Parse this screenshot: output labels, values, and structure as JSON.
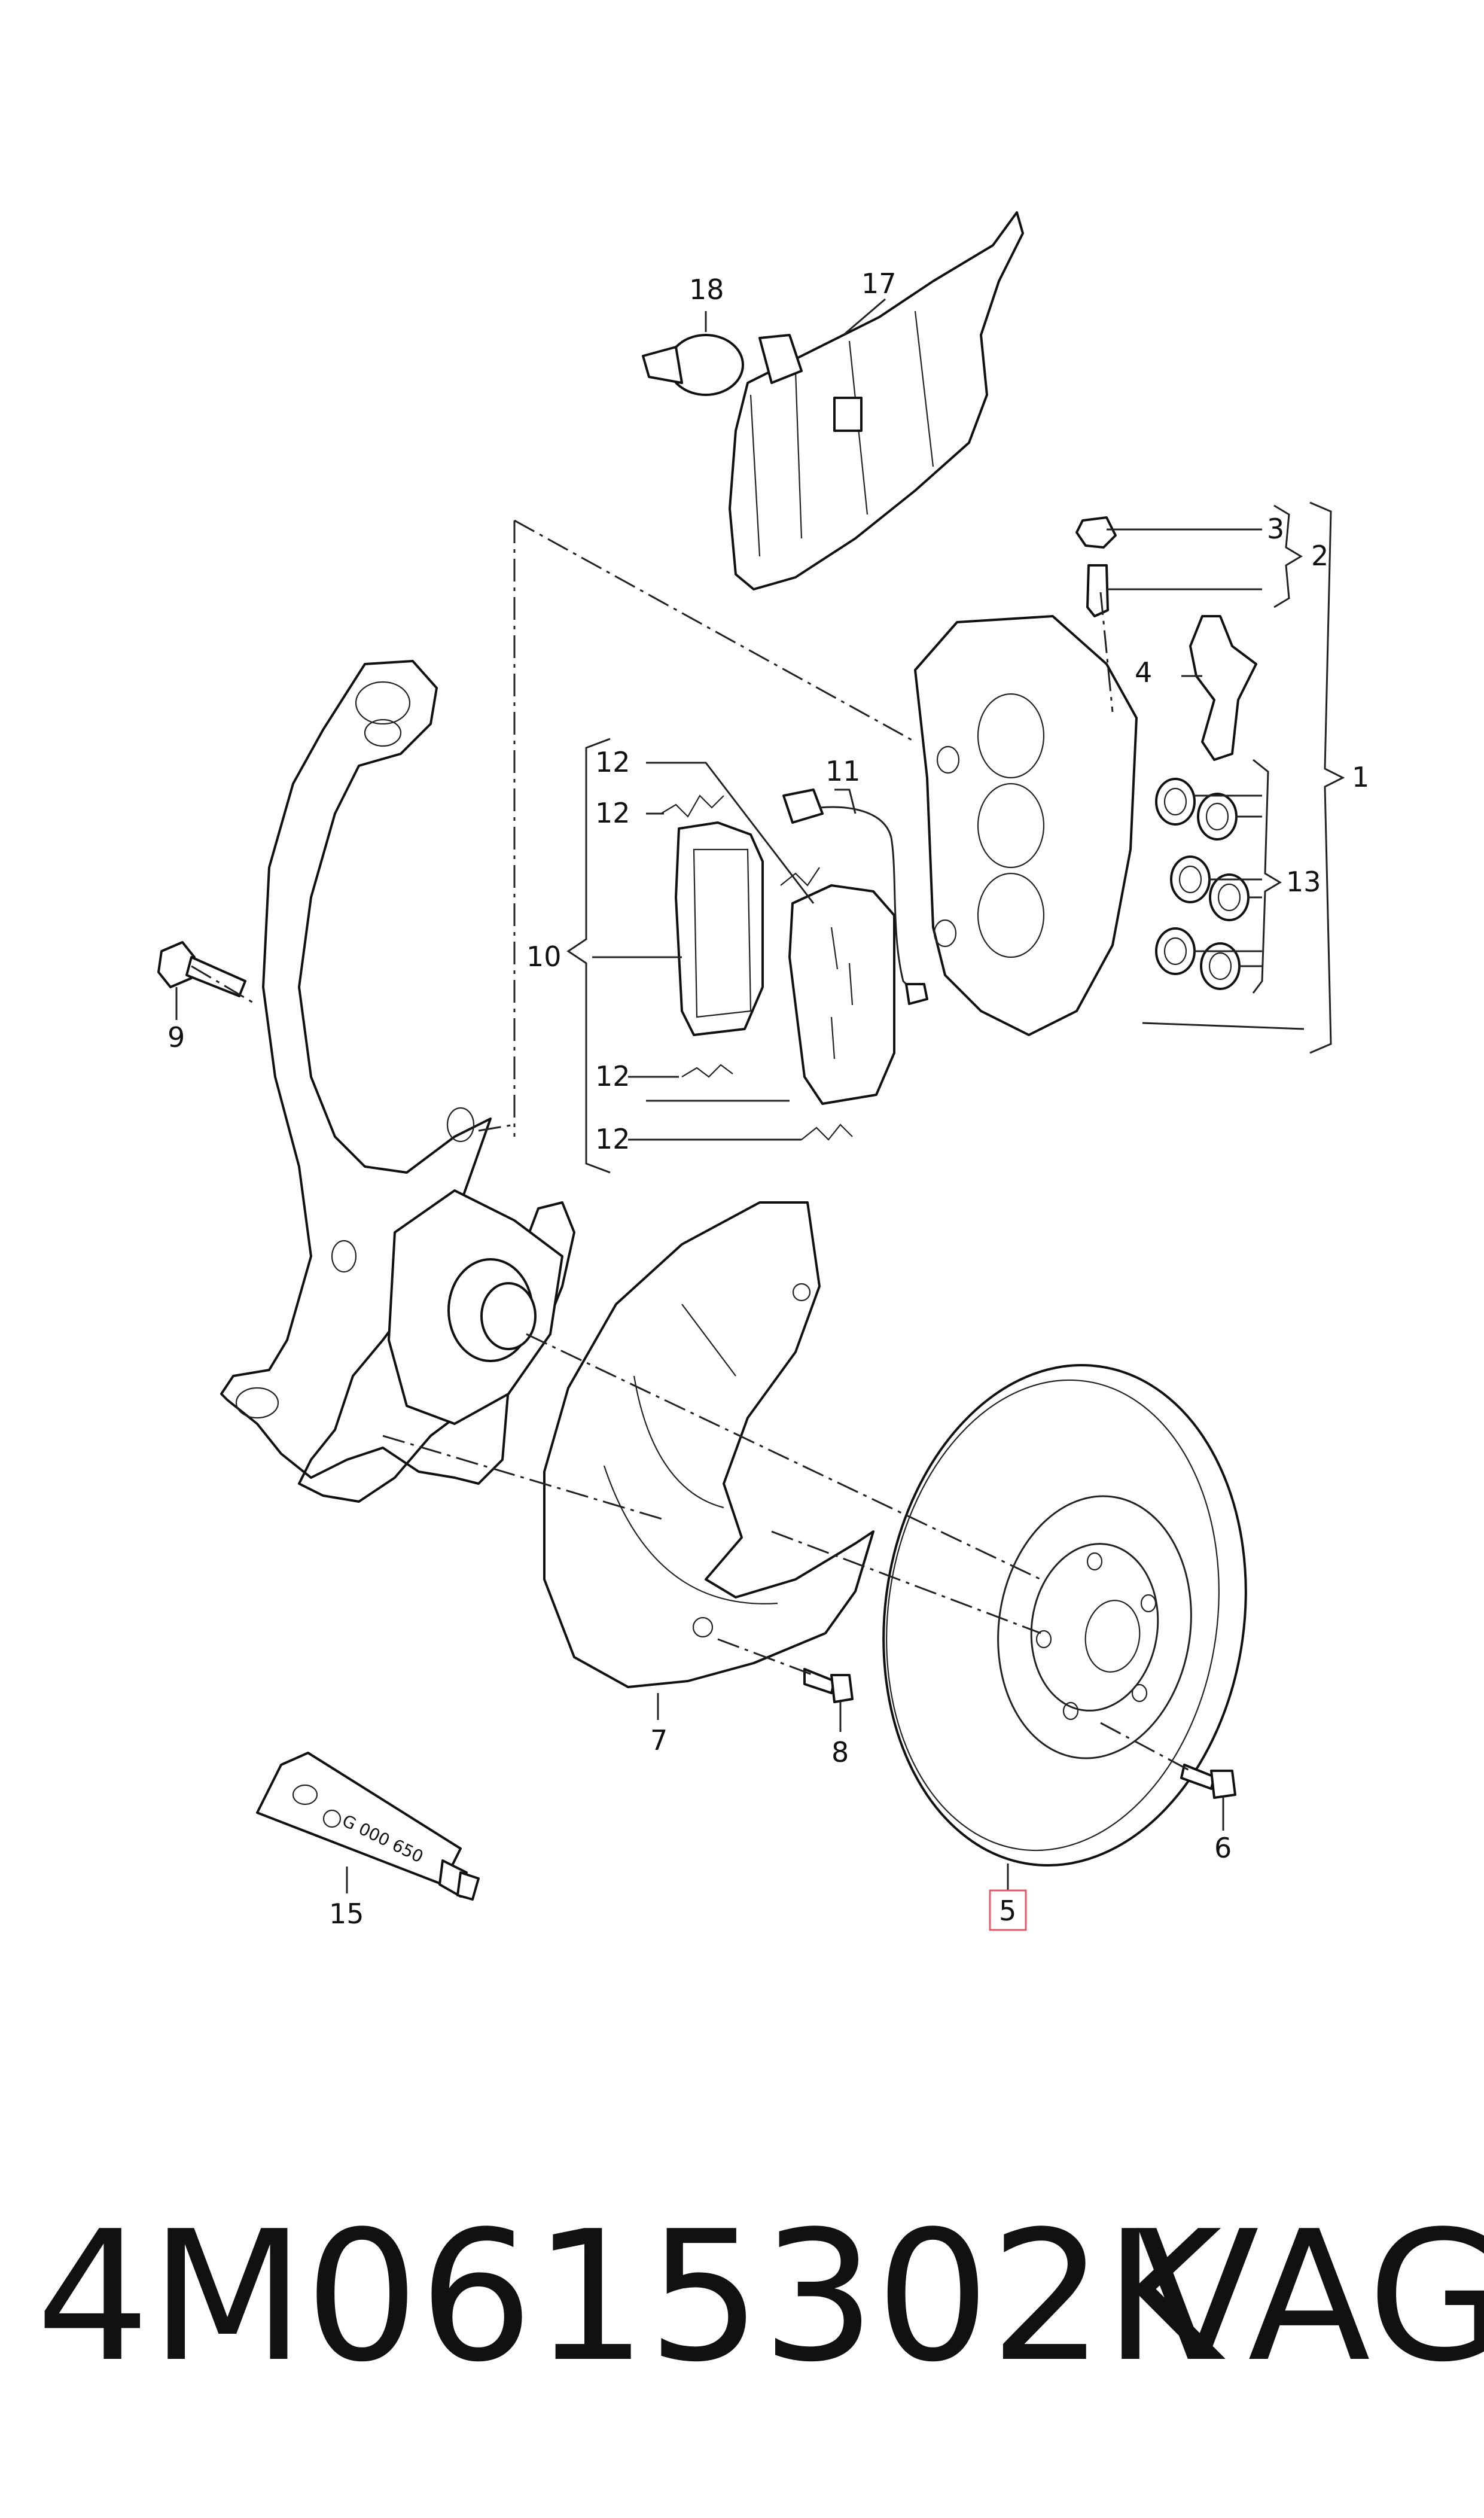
{
  "callouts": {
    "c1": "1",
    "c2": "2",
    "c3": "3",
    "c4": "4",
    "c5": "5",
    "c6": "6",
    "c7": "7",
    "c8": "8",
    "c9": "9",
    "c10": "10",
    "c11": "11",
    "c12a": "12",
    "c12b": "12",
    "c12c": "12",
    "c12d": "12",
    "c13": "13",
    "c15": "15",
    "c17": "17",
    "c18": "18"
  },
  "tube_label": "G 000 650",
  "highlight_color": "#e05a6a",
  "part_number": "4M0615302K",
  "brand": "VAG"
}
